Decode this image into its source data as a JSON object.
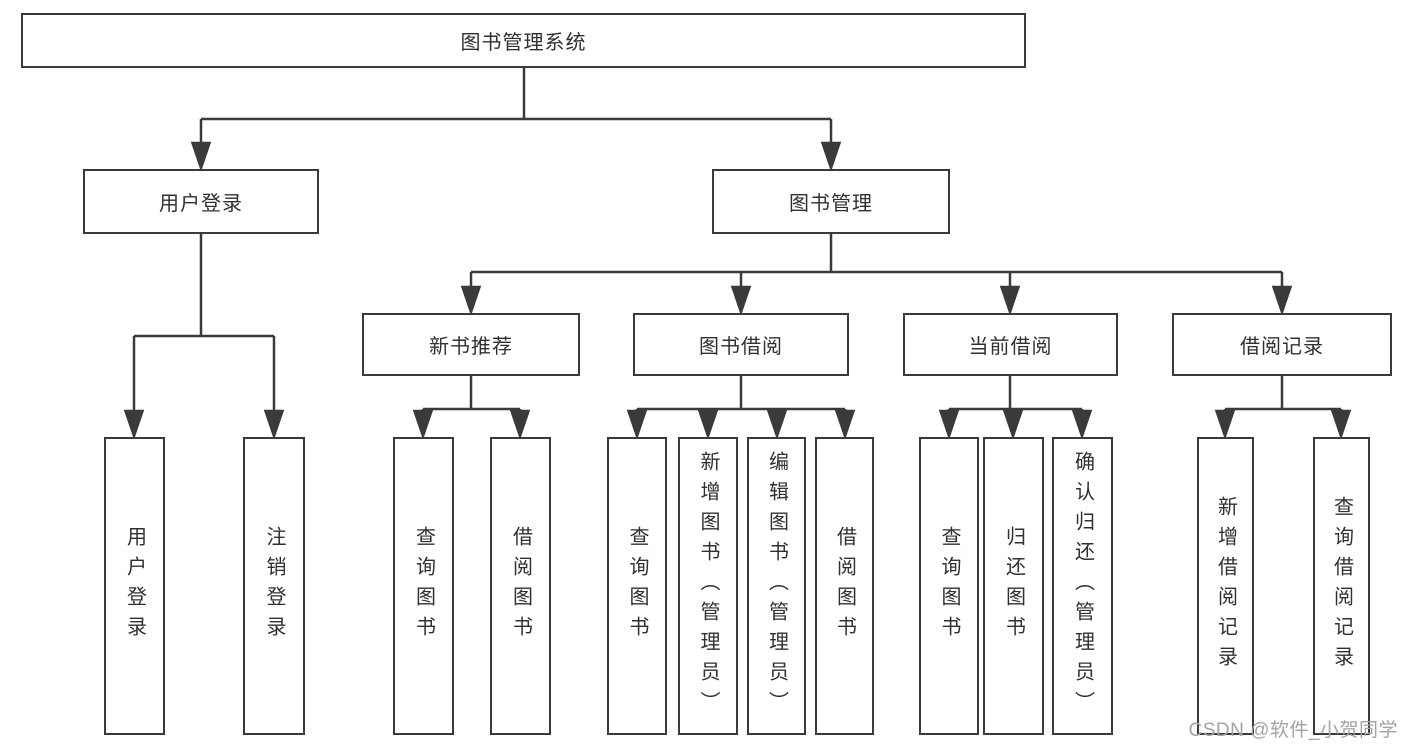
{
  "diagram": {
    "type": "tree",
    "colors": {
      "line": "#3a3a3a",
      "box_border": "#3a3a3a",
      "box_bg": "#ffffff",
      "text": "#303030",
      "watermark": "#a3a3a3"
    },
    "nodes": {
      "root": {
        "label": "图书管理系统",
        "children": [
          "user_login",
          "book_mgmt"
        ]
      },
      "user_login": {
        "label": "用户登录",
        "children": [
          "leaf_user_login",
          "leaf_logout"
        ]
      },
      "book_mgmt": {
        "label": "图书管理",
        "children": [
          "new_book_rec",
          "book_borrow",
          "current_borrow",
          "borrow_records"
        ]
      },
      "new_book_rec": {
        "label": "新书推荐",
        "children": [
          "leaf_query_books_a",
          "leaf_borrow_books_a"
        ]
      },
      "book_borrow": {
        "label": "图书借阅",
        "children": [
          "leaf_query_books_b",
          "leaf_add_book",
          "leaf_edit_book",
          "leaf_borrow_books_b"
        ]
      },
      "current_borrow": {
        "label": "当前借阅",
        "children": [
          "leaf_query_books_c",
          "leaf_return_book",
          "leaf_confirm_return"
        ]
      },
      "borrow_records": {
        "label": "借阅记录",
        "children": [
          "leaf_add_record",
          "leaf_query_record"
        ]
      },
      "leaf_user_login": {
        "label": "用户登录"
      },
      "leaf_logout": {
        "label": "注销登录"
      },
      "leaf_query_books_a": {
        "label": "查询图书"
      },
      "leaf_borrow_books_a": {
        "label": "借阅图书"
      },
      "leaf_query_books_b": {
        "label": "查询图书"
      },
      "leaf_add_book": {
        "label": "新增图书（管理员）"
      },
      "leaf_edit_book": {
        "label": "编辑图书（管理员）"
      },
      "leaf_borrow_books_b": {
        "label": "借阅图书"
      },
      "leaf_query_books_c": {
        "label": "查询图书"
      },
      "leaf_return_book": {
        "label": "归还图书"
      },
      "leaf_confirm_return": {
        "label": "确认归还（管理员）"
      },
      "leaf_add_record": {
        "label": "新增借阅记录"
      },
      "leaf_query_record": {
        "label": "查询借阅记录"
      }
    },
    "watermark": "CSDN @软件_小贺同学"
  }
}
